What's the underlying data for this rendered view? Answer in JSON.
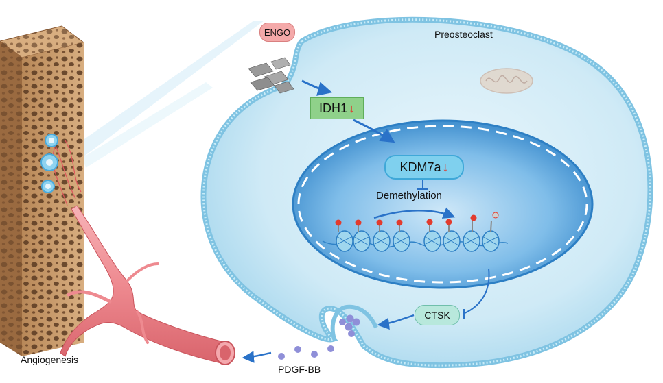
{
  "labels": {
    "engo": "ENGO",
    "preosteoclast": "Preosteoclast",
    "idh1": "IDH1",
    "kdm7a": "KDM7a",
    "demethylation": "Demethylation",
    "ctsk": "CTSK",
    "pdgf_bb": "PDGF-BB",
    "angiogenesis": "Angiogenesis",
    "down_arrow": "↓"
  },
  "colors": {
    "cell_fill": "#cfeaf6",
    "membrane": "#9fd3ea",
    "nucleus_fill": "#6fb7e6",
    "nucleus_dark": "#2d7fc4",
    "idh1_box": "#8fd18a",
    "kdm7a_pill": "#7fd0ee",
    "ctsk_pill": "#b8e8dc",
    "pdgf_dot": "#8f8fd8",
    "vessel": "#ef8f95",
    "bone": "#c99a6c",
    "inhibit_red": "#e03a2e",
    "arrow_blue": "#2a72c8"
  },
  "icons": [
    "bone-block-icon",
    "blood-vessel-icon",
    "graphene-oxide-icon",
    "mitochondrion-icon",
    "nucleosome-icon",
    "methyl-group-icon"
  ]
}
